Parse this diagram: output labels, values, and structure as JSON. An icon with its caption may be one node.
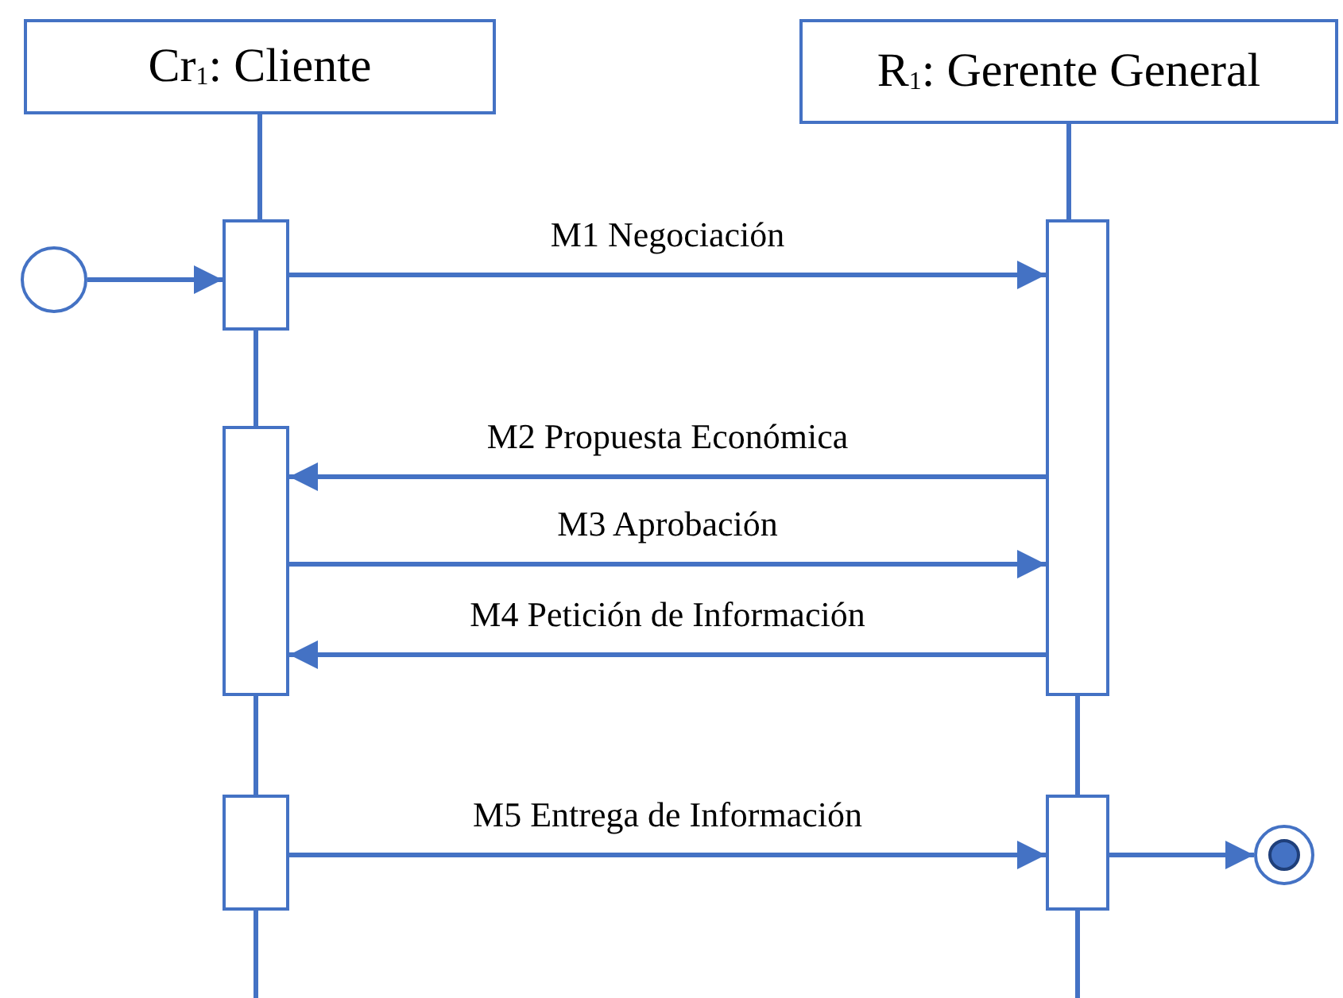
{
  "diagram": {
    "nodes": [
      {
        "text": [
          "Cr$_{1}$: Cliente"
        ]
      },
      {
        "text": [
          "R$_{1}$: Gerente General"
        ]
      },
      {
        "text": [],
        "shape": "circle"
      },
      {
        "text": [],
        "shape": "box"
      },
      {
        "text": [],
        "shape": "box"
      },
      {
        "text": [],
        "shape": "box"
      },
      {
        "text": [],
        "shape": "box"
      },
      {
        "text": [],
        "shape": "box"
      },
      {
        "text": [],
        "shape": "bullseye"
      }
    ],
    "edges": [
      {
        "from": 0,
        "to": 3,
        "arrow": "none"
      },
      {
        "from": 3,
        "to": 5,
        "arrow": "none"
      },
      {
        "from": 5,
        "to": 6,
        "arrow": "none"
      },
      {
        "from": 6,
        "to": null,
        "arrow": "none"
      },
      {
        "from": 1,
        "to": 4,
        "arrow": "none"
      },
      {
        "from": 4,
        "to": 7,
        "arrow": "none"
      },
      {
        "from": 7,
        "to": null,
        "arrow": "none"
      },
      {
        "from": 2,
        "to": 3,
        "arrow": "to"
      },
      {
        "from": 3,
        "to": 4,
        "arrow": "to",
        "label": "M1 Negociación"
      },
      {
        "from": 4,
        "to": 5,
        "arrow": "to",
        "label": "M2 Propuesta Económica"
      },
      {
        "from": 5,
        "to": 4,
        "arrow": "to",
        "label": "M3 Aprobación"
      },
      {
        "from": 4,
        "to": 5,
        "arrow": "to",
        "label": "M4 Petición de Información"
      },
      {
        "from": 6,
        "to": 7,
        "arrow": "to",
        "label": "M5 Entrega de Información"
      },
      {
        "from": 7,
        "to": 8,
        "arrow": "to"
      }
    ]
  }
}
